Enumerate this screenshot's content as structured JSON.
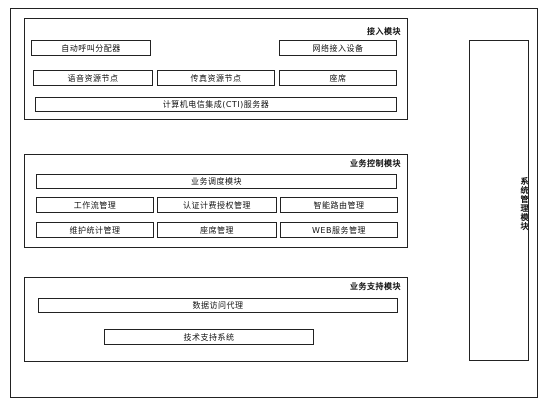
{
  "access_module": {
    "title": "接入模块",
    "auto_call_distributor": "自动呼叫分配器",
    "network_access_device": "网络接入设备",
    "voice_resource_node": "语音资源节点",
    "fax_resource_node": "传真资源节点",
    "agent_seat": "座席",
    "cti_server": "计算机电信集成(CTI)服务器"
  },
  "business_control_module": {
    "title": "业务控制模块",
    "business_scheduling": "业务调度模块",
    "workflow_management": "工作流管理",
    "auth_billing_management": "认证计费授权管理",
    "smart_routing_management": "智能路由管理",
    "maintenance_stats_management": "维护统计管理",
    "seat_management": "座席管理",
    "web_service_management": "WEB服务管理"
  },
  "business_support_module": {
    "title": "业务支持模块",
    "data_access_proxy": "数据访问代理",
    "tech_support_system": "技术支持系统"
  },
  "system_management_module": {
    "title": "系统管理模块"
  }
}
